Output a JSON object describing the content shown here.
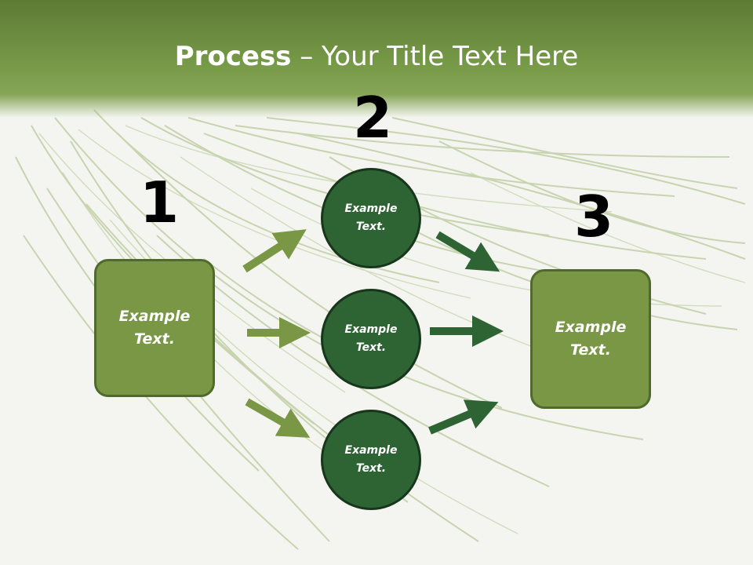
{
  "slide": {
    "title_bold": "Process",
    "title_rest": " – Your Title Text Here"
  },
  "steps": {
    "one": "1",
    "two": "2",
    "three": "3"
  },
  "left_box": {
    "line1": "Example",
    "line2": "Text."
  },
  "right_box": {
    "line1": "Example",
    "line2": "Text."
  },
  "circles": [
    {
      "line1": "Example",
      "line2": "Text."
    },
    {
      "line1": "Example",
      "line2": "Text."
    },
    {
      "line1": "Example",
      "line2": "Text."
    }
  ],
  "colors": {
    "header": "#769a47",
    "box_fill": "#7a9746",
    "circle_fill": "#2e6434",
    "arrow_light": "#7a9746",
    "arrow_dark": "#2e6434"
  }
}
